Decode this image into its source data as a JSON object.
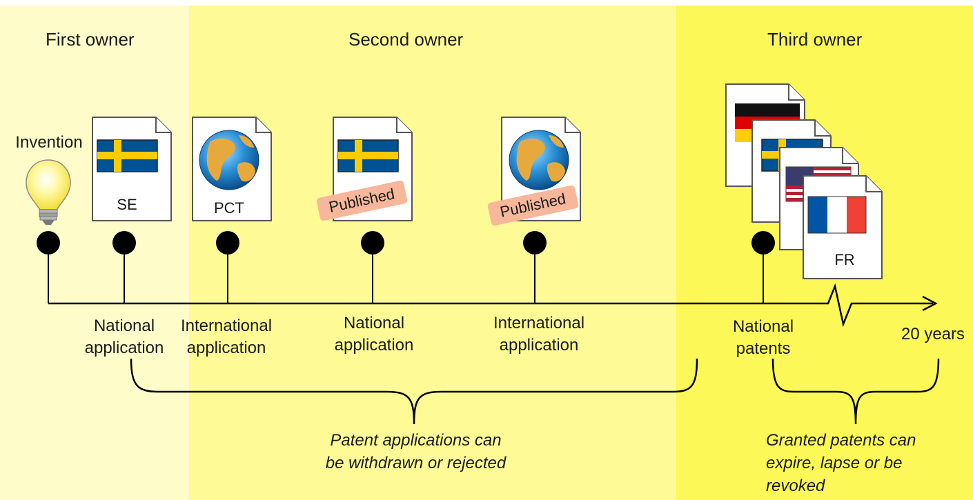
{
  "owners": {
    "first": "First owner",
    "second": "Second owner",
    "third": "Third owner"
  },
  "events": {
    "invention": "Invention",
    "se_doc_code": "SE",
    "pct_doc_code": "PCT",
    "published_stamp_1": "Published",
    "published_stamp_2": "Published",
    "fr_doc_code": "FR"
  },
  "timeline_labels": {
    "national_application_1": [
      "National",
      "application"
    ],
    "international_application_1": [
      "International",
      "application"
    ],
    "national_application_2": [
      "National",
      "application"
    ],
    "international_application_2": [
      "International",
      "application"
    ],
    "national_patents": [
      "National",
      "patents"
    ],
    "end": "20 years"
  },
  "notes": {
    "applications": [
      "Patent applications can",
      "be withdrawn or rejected"
    ],
    "patents": [
      "Granted patents can",
      "expire, lapse or be",
      "revoked"
    ]
  },
  "colors": {
    "zone_first": "#fefcc9",
    "zone_second": "#fefb96",
    "zone_third": "#fcf857",
    "sweden_blue": "#005293",
    "sweden_yellow": "#fecb00",
    "stamp": "#f7b79a"
  }
}
